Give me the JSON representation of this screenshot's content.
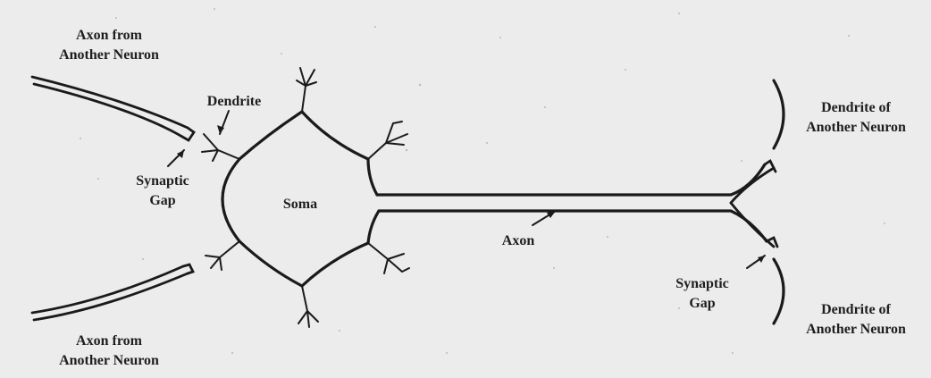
{
  "labels": {
    "axon_from_top": [
      "Axon from",
      "Another Neuron"
    ],
    "axon_from_bottom": [
      "Axon from",
      "Another Neuron"
    ],
    "dendrite": "Dendrite",
    "synaptic_gap_left": [
      "Synaptic",
      "Gap"
    ],
    "soma": "Soma",
    "axon": "Axon",
    "dendrite_of_top": [
      "Dendrite of",
      "Another Neuron"
    ],
    "dendrite_of_bottom": [
      "Dendrite of",
      "Another Neuron"
    ],
    "synaptic_gap_right": [
      "Synaptic",
      "Gap"
    ]
  },
  "colors": {
    "background": "#ececec",
    "ink": "#1a1a1a"
  }
}
